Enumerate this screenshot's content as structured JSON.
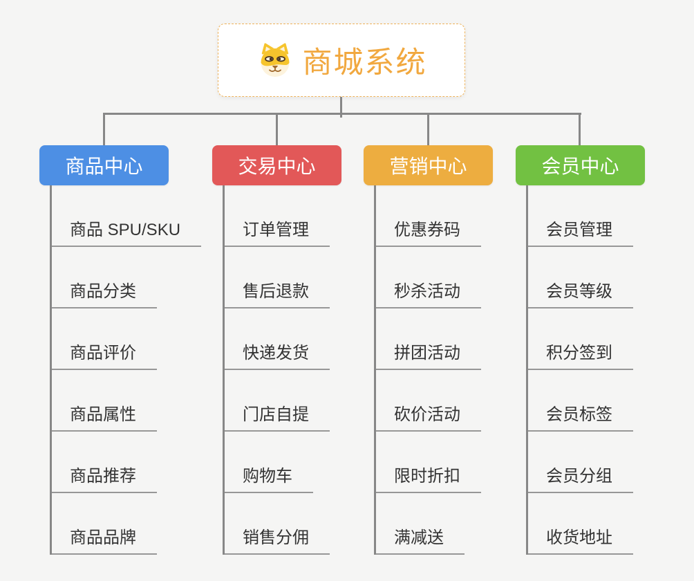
{
  "page": {
    "background_color": "#f5f5f4",
    "connector_color": "#878787",
    "leaf_text_color": "#333333",
    "leaf_underline_color": "#979797"
  },
  "root": {
    "label": "商城系统",
    "icon": "dog-face-icon",
    "text_color": "#f1a83f",
    "border_color": "#efb35a"
  },
  "branches": [
    {
      "label": "商品中心",
      "color": "#4d8fe4",
      "items": [
        {
          "label": "商品 SPU/SKU"
        },
        {
          "label": "商品分类"
        },
        {
          "label": "商品评价"
        },
        {
          "label": "商品属性"
        },
        {
          "label": "商品推荐"
        },
        {
          "label": "商品品牌"
        }
      ]
    },
    {
      "label": "交易中心",
      "color": "#e25858",
      "items": [
        {
          "label": "订单管理"
        },
        {
          "label": "售后退款"
        },
        {
          "label": "快递发货"
        },
        {
          "label": "门店自提"
        },
        {
          "label": "购物车"
        },
        {
          "label": "销售分佣"
        }
      ]
    },
    {
      "label": "营销中心",
      "color": "#edad40",
      "items": [
        {
          "label": "优惠券码"
        },
        {
          "label": "秒杀活动"
        },
        {
          "label": "拼团活动"
        },
        {
          "label": "砍价活动"
        },
        {
          "label": "限时折扣"
        },
        {
          "label": "满减送"
        }
      ]
    },
    {
      "label": "会员中心",
      "color": "#72c142",
      "items": [
        {
          "label": "会员管理"
        },
        {
          "label": "会员等级"
        },
        {
          "label": "积分签到"
        },
        {
          "label": "会员标签"
        },
        {
          "label": "会员分组"
        },
        {
          "label": "收货地址"
        }
      ]
    }
  ]
}
